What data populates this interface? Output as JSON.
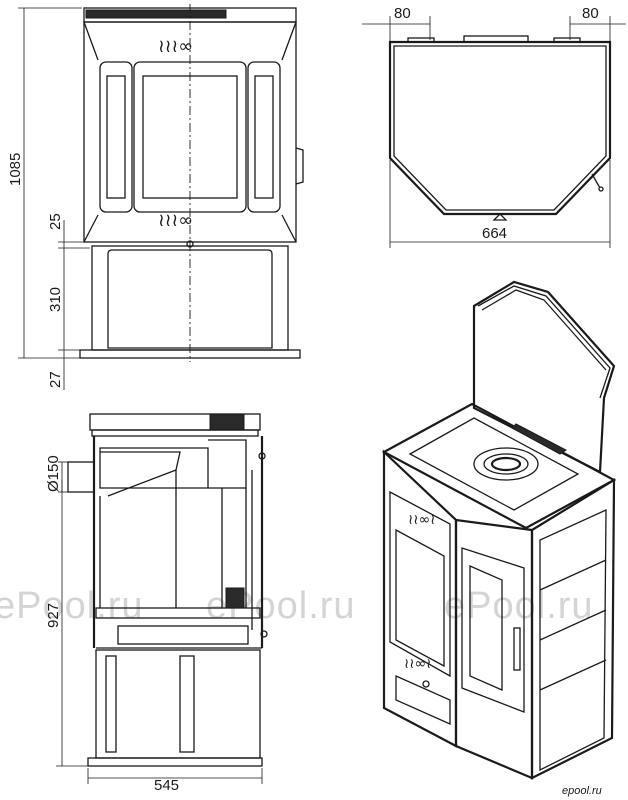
{
  "front_view": {
    "dimensions": {
      "total_height": "1085",
      "gap_height": "25",
      "base_cabinet_height": "310",
      "plinth_height": "27"
    }
  },
  "top_view": {
    "dimensions": {
      "left_offset": "80",
      "right_offset": "80",
      "width": "664"
    }
  },
  "side_view": {
    "dimensions": {
      "flue_diameter": "Ø150",
      "flue_height": "927",
      "depth": "545"
    }
  },
  "watermarks": [
    "ePool.ru",
    "ePool.ru",
    "ePool.ru"
  ],
  "logo": "epool.ru"
}
